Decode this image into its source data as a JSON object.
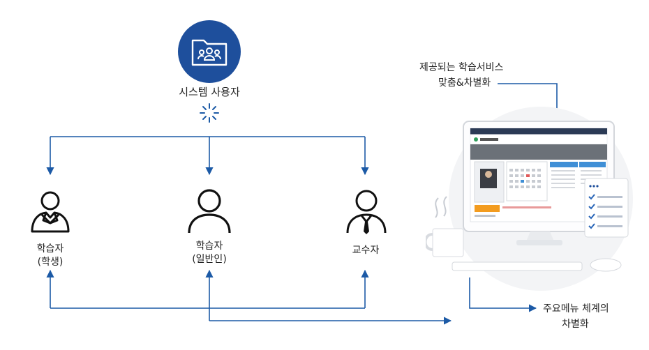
{
  "system_user": {
    "label": "시스템 사용자",
    "icon": "folder-users-icon",
    "color": "#1e4f9c"
  },
  "users": [
    {
      "id": "student",
      "line1": "학습자",
      "line2": "(학생)",
      "icon": "student-icon"
    },
    {
      "id": "general",
      "line1": "학습자",
      "line2": "(일반인)",
      "icon": "general-user-icon"
    },
    {
      "id": "professor",
      "line1": "교수자",
      "line2": "",
      "icon": "professor-icon"
    }
  ],
  "service_caption": {
    "line1": "제공되는 학습서비스",
    "line2": "맞춤&차별화"
  },
  "menu_caption": {
    "line1": "주요메뉴 체계의",
    "line2": "차별화"
  },
  "arrow_color": "#1c5aa6"
}
